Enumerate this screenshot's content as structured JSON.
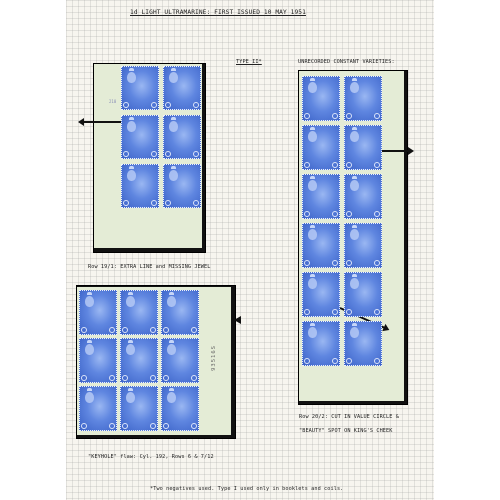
{
  "title": "1d LIGHT ULTRAMARINE:  FIRST ISSUED 10 MAY 1951",
  "type_label": "TYPE II*",
  "varieties_label": "UNRECORDED CONSTANT VARIETIES:",
  "block1": {
    "caption": "Row 19/1: EXTRA LINE and MISSING JEWEL",
    "sheet_number": "210"
  },
  "block2": {
    "caption": "\"KEYHOLE\" flaw: Cyl. 192, Rows 6 & 7/12",
    "cylinder_number": "93516S"
  },
  "block3": {
    "caption_line1": "Row 20/2:  CUT IN VALUE CIRCLE &",
    "caption_line2": "\"BEAUTY\" SPOT ON KING'S CHEEK"
  },
  "footnote": "*Two negatives used.  Type I used only in booklets and coils.",
  "colors": {
    "stamp": "#4a72d6",
    "mount": "#111111",
    "margin": "#e4ecd6"
  }
}
